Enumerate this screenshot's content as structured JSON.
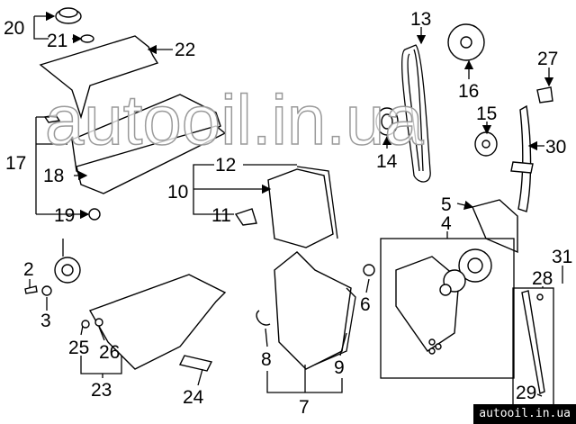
{
  "callouts": {
    "c2": "2",
    "c3": "3",
    "c4": "4",
    "c5": "5",
    "c6": "6",
    "c7": "7",
    "c8": "8",
    "c9": "9",
    "c10": "10",
    "c11": "11",
    "c12": "12",
    "c13": "13",
    "c14": "14",
    "c15": "15",
    "c16": "16",
    "c17": "17",
    "c18": "18",
    "c19": "19",
    "c20": "20",
    "c21": "21",
    "c22": "22",
    "c23": "23",
    "c24": "24",
    "c25": "25",
    "c26": "26",
    "c27": "27",
    "c28": "28",
    "c29": "29",
    "c30": "30",
    "c31": "31"
  },
  "watermark": "autooil.in.ua",
  "badge": "autooil.in.ua"
}
